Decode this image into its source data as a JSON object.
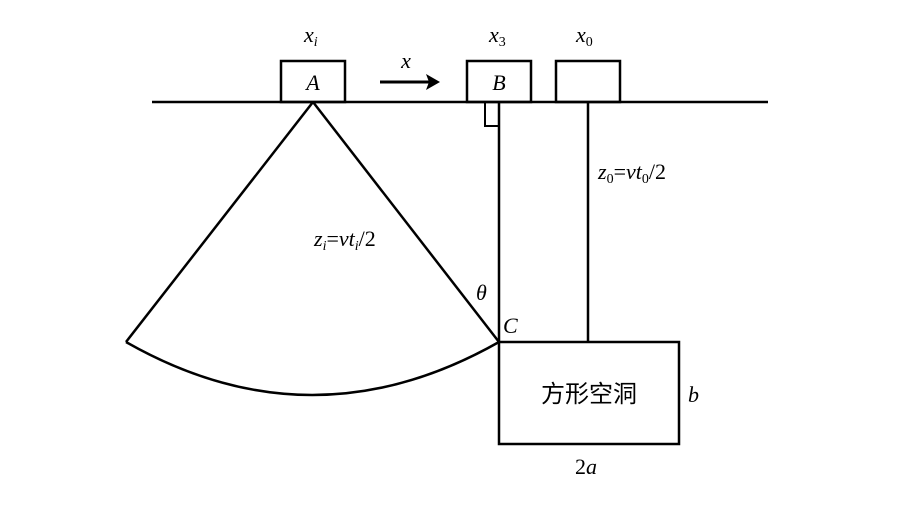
{
  "labels": {
    "x_i_base": "x",
    "x_i_sub": "i",
    "x_3_base": "x",
    "x_3_sub": "3",
    "x_0_base": "x",
    "x_0_sub": "0",
    "box_A": "A",
    "box_B": "B",
    "arrow_x": "x",
    "z0_z": "z",
    "z0_sub0": "0",
    "z0_eq": "=",
    "z0_v": "v",
    "z0_t": "t",
    "z0_sub0b": "0",
    "z0_div": "/2",
    "zi_z": "z",
    "zi_sub_i": "i",
    "zi_eq": "=",
    "zi_v": "v",
    "zi_t": "t",
    "zi_sub_i2": "i",
    "zi_div": "/2",
    "theta": "θ",
    "point_C": "C",
    "cavity_text": "方形空洞",
    "dim_b": "b",
    "dim_2a_num": "2",
    "dim_2a_var": "a"
  },
  "colors": {
    "stroke": "#000000",
    "background": "#ffffff"
  }
}
